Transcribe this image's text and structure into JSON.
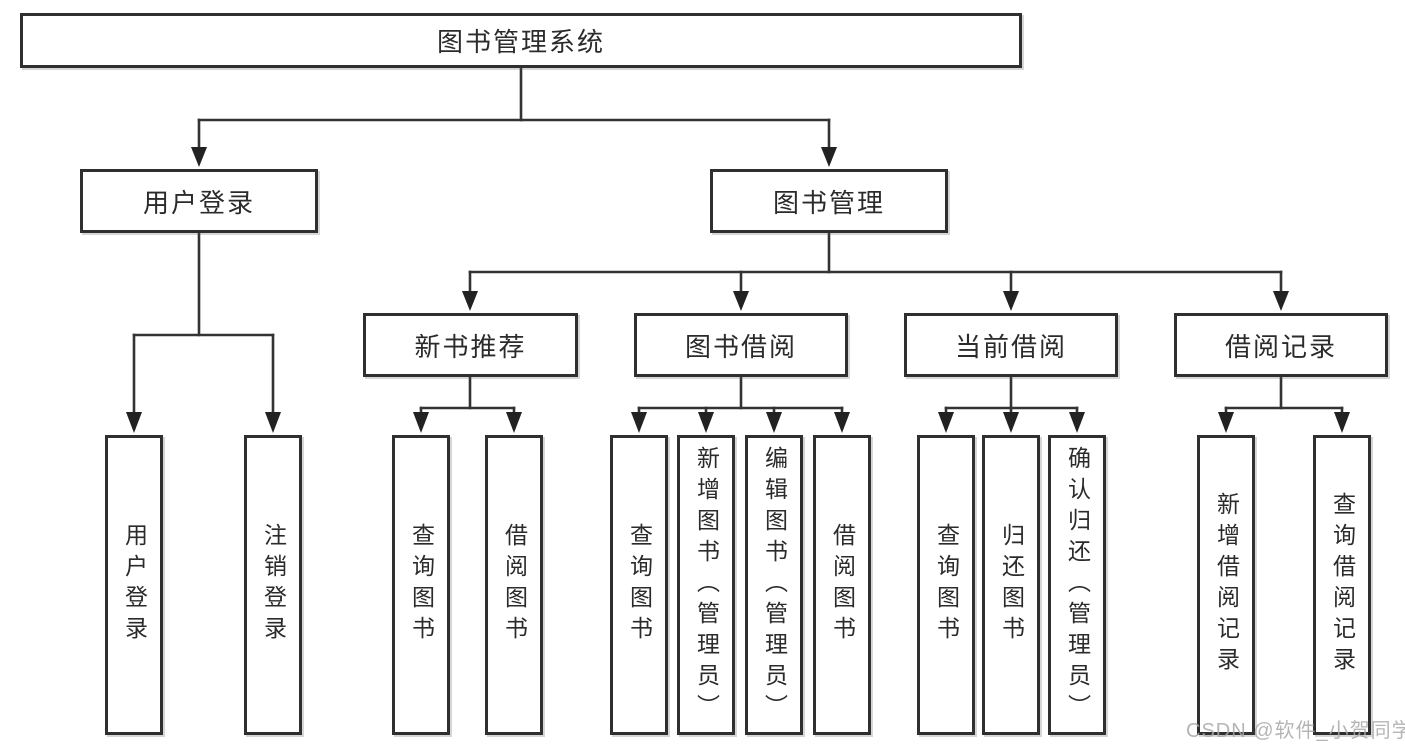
{
  "colors": {
    "ink": "#2b2b2b",
    "line": "#333333",
    "box_border": "#2f2f2f",
    "watermark": "#a9a9a9",
    "background": "#ffffff"
  },
  "watermark": {
    "text": "CSDN @软件_小贺同学"
  },
  "tree": {
    "root": {
      "label": "图书管理系统",
      "children": [
        {
          "label": "用户登录",
          "children": [
            {
              "label": "用户登录"
            },
            {
              "label": "注销登录"
            }
          ]
        },
        {
          "label": "图书管理",
          "children": [
            {
              "label": "新书推荐",
              "children": [
                {
                  "label": "查询图书"
                },
                {
                  "label": "借阅图书"
                }
              ]
            },
            {
              "label": "图书借阅",
              "children": [
                {
                  "label": "查询图书"
                },
                {
                  "label": "新增图书（管理员）"
                },
                {
                  "label": "编辑图书（管理员）"
                },
                {
                  "label": "借阅图书"
                }
              ]
            },
            {
              "label": "当前借阅",
              "children": [
                {
                  "label": "查询图书"
                },
                {
                  "label": "归还图书"
                },
                {
                  "label": "确认归还（管理员）"
                }
              ]
            },
            {
              "label": "借阅记录",
              "children": [
                {
                  "label": "新增借阅记录"
                },
                {
                  "label": "查询借阅记录"
                }
              ]
            }
          ]
        }
      ]
    }
  }
}
